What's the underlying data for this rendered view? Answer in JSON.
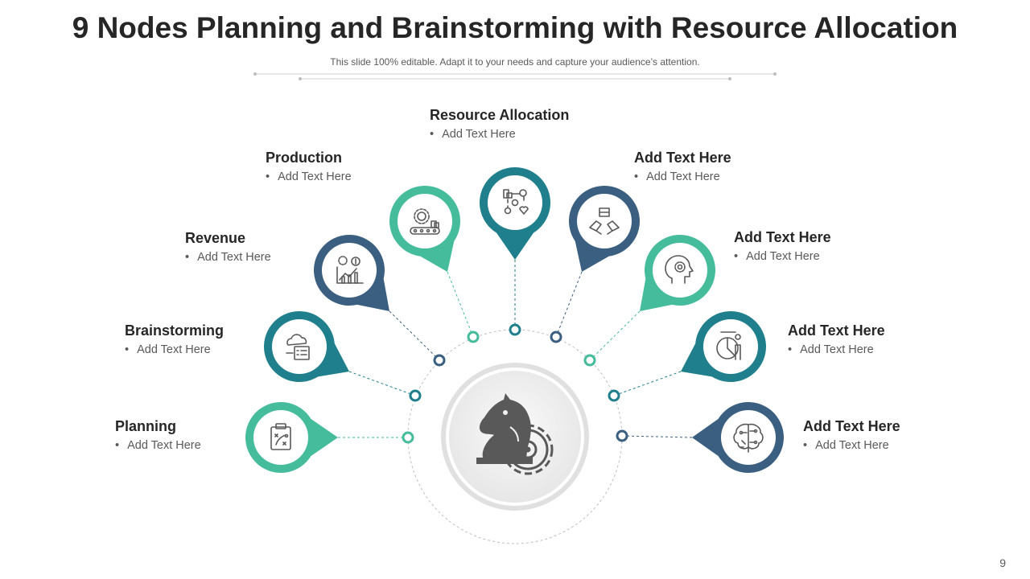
{
  "slide": {
    "title": "9 Nodes Planning and Brainstorming with Resource Allocation",
    "subtitle": "This slide 100% editable. Adapt it to your needs and capture your audience’s attention.",
    "page_number": "9"
  },
  "colors": {
    "teal_light": "#45bc9c",
    "teal_dark": "#1f7f8c",
    "navy": "#3b5f80",
    "icon_gray": "#595959",
    "center_fill": "#f2f2f2"
  },
  "center": {
    "icon": "chess-knight-gear-icon"
  },
  "nodes": [
    {
      "label": "Planning",
      "text": "Add Text Here",
      "icon": "clipboard-strategy-icon",
      "color": "teal_light"
    },
    {
      "label": "Brainstorming",
      "text": "Add Text Here",
      "icon": "cloud-checklist-icon",
      "color": "teal_dark"
    },
    {
      "label": "Revenue",
      "text": "Add Text Here",
      "icon": "growth-chart-money-icon",
      "color": "navy"
    },
    {
      "label": "Production",
      "text": "Add Text Here",
      "icon": "conveyor-gear-icon",
      "color": "teal_light"
    },
    {
      "label": "Resource Allocation",
      "text": "Add Text Here",
      "icon": "resource-network-icon",
      "color": "teal_dark"
    },
    {
      "label": "Add Text Here",
      "text": "Add Text Here",
      "icon": "teamwork-hands-icon",
      "color": "navy"
    },
    {
      "label": "Add Text Here",
      "text": "Add Text Here",
      "icon": "head-gear-icon",
      "color": "teal_light"
    },
    {
      "label": "Add Text Here",
      "text": "Add Text Here",
      "icon": "presentation-person-icon",
      "color": "teal_dark"
    },
    {
      "label": "Add Text Here",
      "text": "Add Text Here",
      "icon": "brain-circuit-icon",
      "color": "navy"
    }
  ]
}
